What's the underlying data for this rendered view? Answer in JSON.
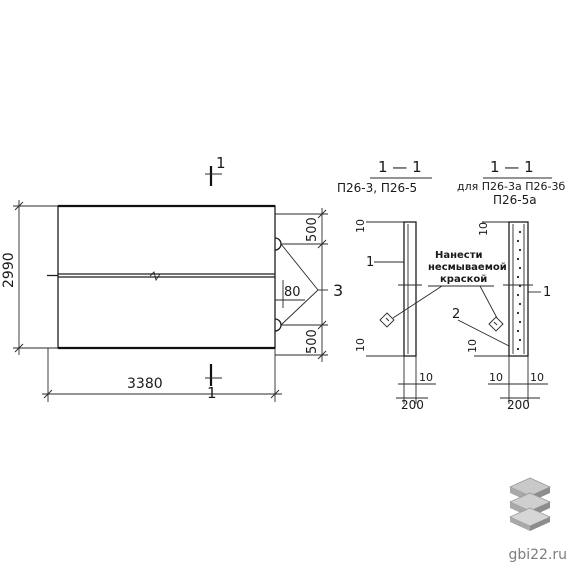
{
  "plan": {
    "dim_height": "2990",
    "dim_width": "3380",
    "dim_upper": "500",
    "dim_middle": "80",
    "dim_lower": "500",
    "callout": "3",
    "section_top": "1",
    "section_bottom": "1"
  },
  "section_a": {
    "title": "1 — 1",
    "subtitle": "П26-3, П26-5",
    "dim_top": "10",
    "dim_bottom": "10",
    "dim_thk": "10",
    "dim_width": "200",
    "callout": "1"
  },
  "section_b": {
    "title": "1 — 1",
    "subtitle": "для П26-3а П26-3б",
    "subtitle2": "П26-5а",
    "dim_top": "10",
    "dim_bottom": "10",
    "dim_thk_left": "10",
    "dim_thk_right": "10",
    "dim_width": "200",
    "callout_1": "1",
    "callout_2": "2"
  },
  "note": {
    "line1": "Нанести",
    "line2": "несмываемой",
    "line3": "краской"
  },
  "watermark": {
    "text": "gbi22.ru"
  }
}
